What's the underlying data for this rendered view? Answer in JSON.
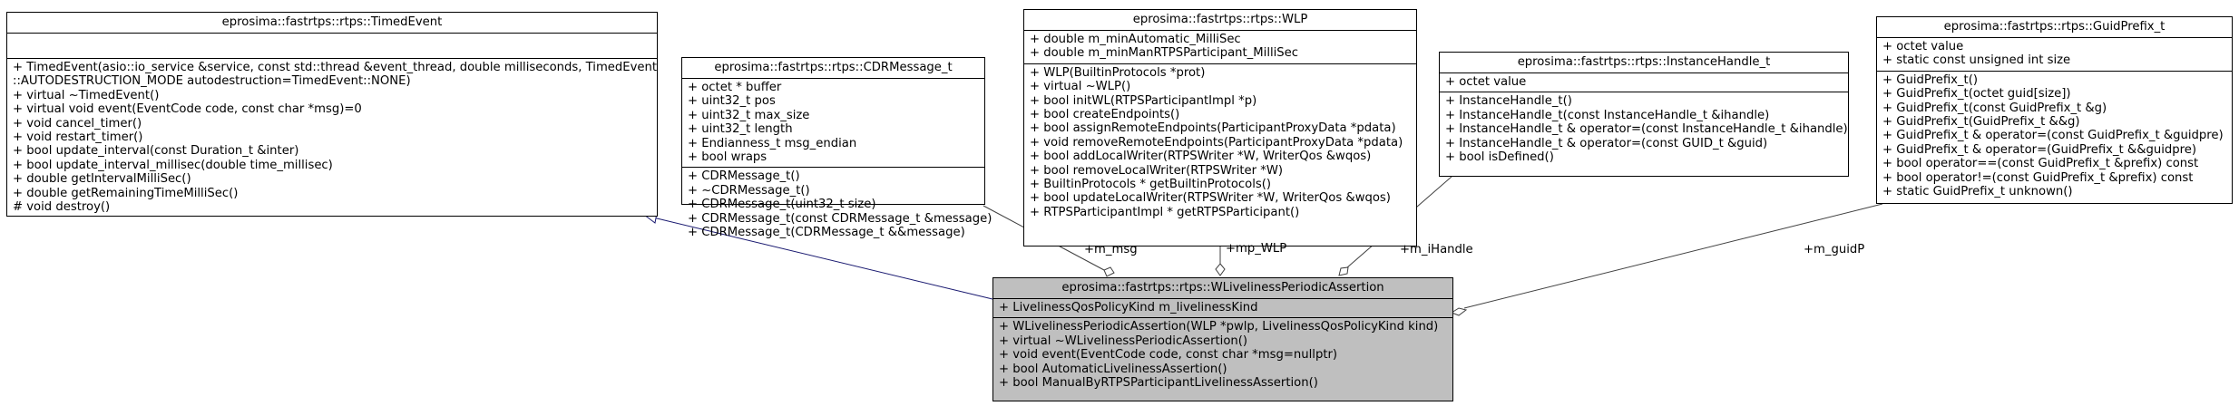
{
  "classes": {
    "timed_event": {
      "name": "eprosima::fastrtps::rtps::TimedEvent",
      "attributes": [],
      "operations": [
        "+ TimedEvent(asio::io_service &service, const std::thread &event_thread, double milliseconds, TimedEvent",
        "::AUTODESTRUCTION_MODE autodestruction=TimedEvent::NONE)",
        "+ virtual ~TimedEvent()",
        "+ virtual void event(EventCode code, const char *msg)=0",
        "+ void cancel_timer()",
        "+ void restart_timer()",
        "+ bool update_interval(const Duration_t &inter)",
        "+ bool update_interval_millisec(double time_millisec)",
        "+ double getIntervalMilliSec()",
        "+ double getRemainingTimeMilliSec()",
        "# void destroy()"
      ]
    },
    "cdr_message": {
      "name": "eprosima::fastrtps::rtps::CDRMessage_t",
      "attributes": [
        "+ octet * buffer",
        "+ uint32_t pos",
        "+ uint32_t max_size",
        "+ uint32_t length",
        "+ Endianness_t msg_endian",
        "+ bool wraps"
      ],
      "operations": [
        "+ CDRMessage_t()",
        "+ ~CDRMessage_t()",
        "+ CDRMessage_t(uint32_t size)",
        "+ CDRMessage_t(const CDRMessage_t &message)",
        "+ CDRMessage_t(CDRMessage_t &&message)"
      ]
    },
    "wlp": {
      "name": "eprosima::fastrtps::rtps::WLP",
      "attributes": [
        "+ double m_minAutomatic_MilliSec",
        "+ double m_minManRTPSParticipant_MilliSec"
      ],
      "operations": [
        "+ WLP(BuiltinProtocols *prot)",
        "+ virtual ~WLP()",
        "+ bool initWL(RTPSParticipantImpl *p)",
        "+ bool createEndpoints()",
        "+ bool assignRemoteEndpoints(ParticipantProxyData *pdata)",
        "+ void removeRemoteEndpoints(ParticipantProxyData *pdata)",
        "+ bool addLocalWriter(RTPSWriter *W, WriterQos &wqos)",
        "+ bool removeLocalWriter(RTPSWriter *W)",
        "+ BuiltinProtocols * getBuiltinProtocols()",
        "+ bool updateLocalWriter(RTPSWriter *W, WriterQos &wqos)",
        "+ RTPSParticipantImpl * getRTPSParticipant()"
      ]
    },
    "instance_handle": {
      "name": "eprosima::fastrtps::rtps::InstanceHandle_t",
      "attributes": [
        "+ octet value"
      ],
      "operations": [
        "+ InstanceHandle_t()",
        "+ InstanceHandle_t(const InstanceHandle_t &ihandle)",
        "+ InstanceHandle_t & operator=(const InstanceHandle_t &ihandle)",
        "+ InstanceHandle_t & operator=(const GUID_t &guid)",
        "+ bool isDefined()"
      ]
    },
    "guid_prefix": {
      "name": "eprosima::fastrtps::rtps::GuidPrefix_t",
      "attributes": [
        "+ octet value",
        "+ static const unsigned int size"
      ],
      "operations": [
        "+ GuidPrefix_t()",
        "+ GuidPrefix_t(octet guid[size])",
        "+ GuidPrefix_t(const GuidPrefix_t &g)",
        "+ GuidPrefix_t(GuidPrefix_t &&g)",
        "+ GuidPrefix_t & operator=(const GuidPrefix_t &guidpre)",
        "+ GuidPrefix_t & operator=(GuidPrefix_t &&guidpre)",
        "+ bool operator==(const GuidPrefix_t &prefix) const",
        "+ bool operator!=(const GuidPrefix_t &prefix) const",
        "+ static GuidPrefix_t unknown()"
      ]
    },
    "wliveliness": {
      "name": "eprosima::fastrtps::rtps::WLivelinessPeriodicAssertion",
      "attributes": [
        "+ LivelinessQosPolicyKind m_livelinessKind"
      ],
      "operations": [
        "+ WLivelinessPeriodicAssertion(WLP *pwlp, LivelinessQosPolicyKind kind)",
        "+ virtual ~WLivelinessPeriodicAssertion()",
        "+ void event(EventCode code, const char *msg=nullptr)",
        "+ bool AutomaticLivelinessAssertion()",
        "+ bool ManualByRTPSParticipantLivelinessAssertion()"
      ]
    }
  },
  "relations": {
    "m_msg": "+m_msg",
    "mp_WLP": "+mp_WLP",
    "m_iHandle": "+m_iHandle",
    "m_guidP": "+m_guidP"
  },
  "colors": {
    "main_fill": "#bfbfbf",
    "inheritance_edge": "#191970",
    "aggregation_edge": "#404040"
  }
}
